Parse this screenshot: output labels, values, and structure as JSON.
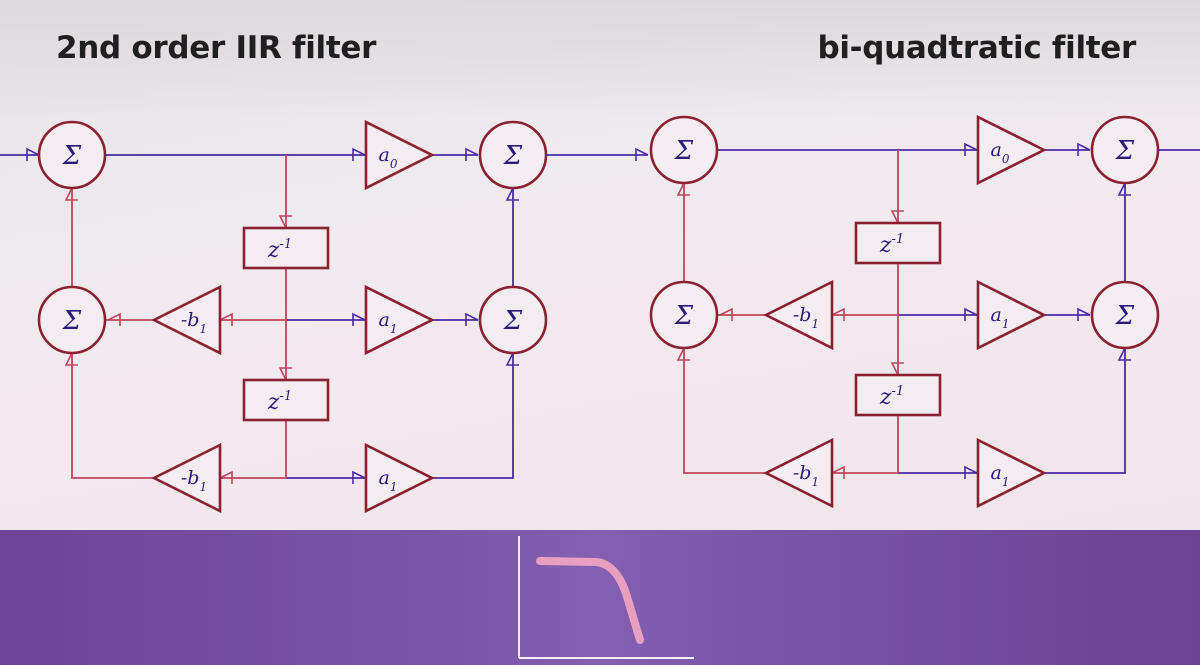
{
  "titles": {
    "left": "2nd order IIR filter",
    "right": "bi-quadtratic filter"
  },
  "symbols": {
    "sum": "Σ",
    "delay_base": "z",
    "delay_exp": "-1",
    "gain_a": "a",
    "gain_b": "-b",
    "sub0": "0",
    "sub1": "1"
  },
  "colors": {
    "feedforward": "#4a2aa6",
    "feedback": "#c0455a",
    "node_stroke": "#8a2030",
    "label": "#2a1a7a",
    "band": "#7c56aa",
    "response_curve": "#e9a0c0"
  },
  "diagrams": [
    {
      "id": "iir",
      "gains": [
        {
          "kind": "a",
          "sub": "0"
        },
        {
          "kind": "a",
          "sub": "1"
        },
        {
          "kind": "a",
          "sub": "1"
        },
        {
          "kind": "b",
          "sub": "1"
        },
        {
          "kind": "b",
          "sub": "1"
        }
      ]
    },
    {
      "id": "biquad",
      "gains": [
        {
          "kind": "a",
          "sub": "0"
        },
        {
          "kind": "a",
          "sub": "1"
        },
        {
          "kind": "a",
          "sub": "1"
        },
        {
          "kind": "b",
          "sub": "1"
        },
        {
          "kind": "b",
          "sub": "1"
        }
      ]
    }
  ],
  "response_icon": "lowpass-response-icon"
}
